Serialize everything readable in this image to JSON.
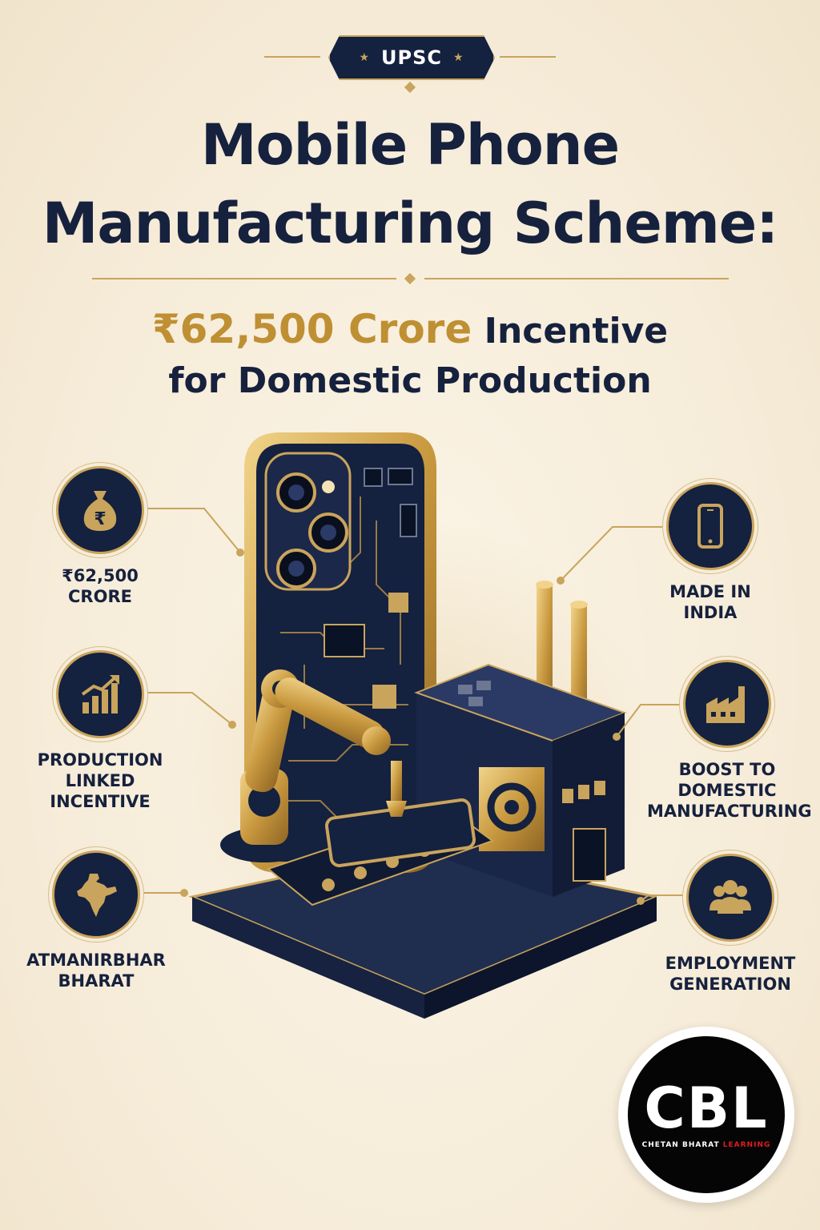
{
  "header": {
    "badge": "UPSC",
    "title_line1": "Mobile Phone",
    "title_line2": "Manufacturing Scheme:",
    "subtitle_amount": "₹62,500 Crore",
    "subtitle_rest": " Incentive",
    "subtitle_line2": "for Domestic Production"
  },
  "features": {
    "left": [
      {
        "label": "₹62,500\nCRORE",
        "icon": "money-bag-rupee-icon"
      },
      {
        "label": "PRODUCTION\nLINKED\nINCENTIVE",
        "icon": "growth-chart-icon"
      },
      {
        "label": "ATMANIRBHAR\nBHARAT",
        "icon": "india-map-icon"
      }
    ],
    "right": [
      {
        "label": "MADE IN\nINDIA",
        "icon": "smartphone-icon"
      },
      {
        "label": "BOOST TO\nDOMESTIC\nMANUFACTURING",
        "icon": "factory-icon"
      },
      {
        "label": "EMPLOYMENT\nGENERATION",
        "icon": "people-icon"
      }
    ]
  },
  "logo": {
    "mark": "CBL",
    "name_main": "CHETAN BHARAT ",
    "name_accent": "LEARNING"
  },
  "colors": {
    "navy": "#14213f",
    "gold": "#c9a45c",
    "background": "#f6ecd9"
  }
}
